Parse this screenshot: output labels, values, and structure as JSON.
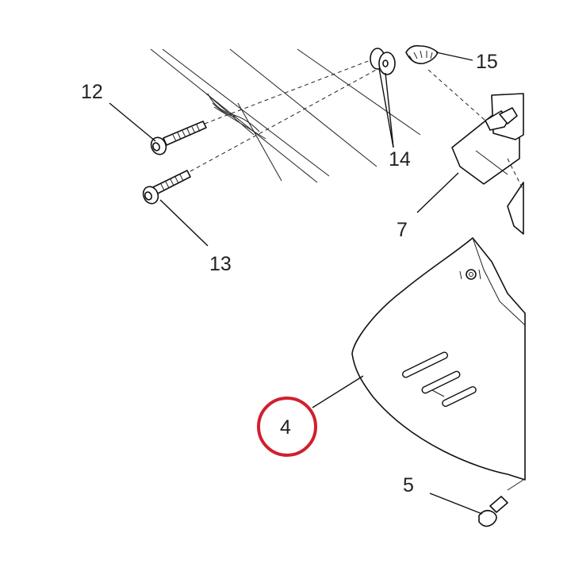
{
  "diagram": {
    "callouts": [
      {
        "id": "12",
        "label": "12"
      },
      {
        "id": "13",
        "label": "13"
      },
      {
        "id": "14",
        "label": "14"
      },
      {
        "id": "15",
        "label": "15"
      },
      {
        "id": "7",
        "label": "7"
      },
      {
        "id": "4",
        "label": "4",
        "highlighted": true
      },
      {
        "id": "5",
        "label": "5"
      }
    ],
    "highlight_color": "#d0202e",
    "line_color": "#111111"
  }
}
